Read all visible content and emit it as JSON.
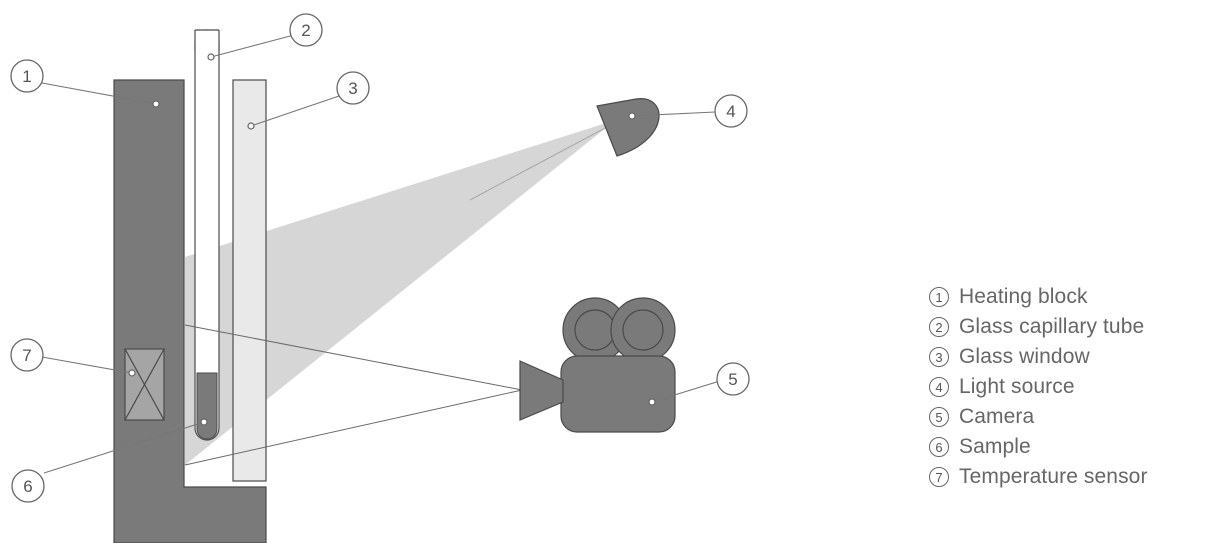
{
  "colors": {
    "dark_part": "#7a7a7a",
    "outline": "#4a4a4a",
    "beam": "#cfcfcf",
    "capillary": "#ffffff",
    "window": "#e9e9e9",
    "sensor": "#a5a5a5",
    "callout_line": "#777777"
  },
  "callouts": [
    {
      "num": "1",
      "label": "Heating block"
    },
    {
      "num": "2",
      "label": "Glass capillary tube"
    },
    {
      "num": "3",
      "label": "Glass window"
    },
    {
      "num": "4",
      "label": "Light source"
    },
    {
      "num": "5",
      "label": "Camera"
    },
    {
      "num": "6",
      "label": "Sample"
    },
    {
      "num": "7",
      "label": "Temperature sensor"
    }
  ]
}
